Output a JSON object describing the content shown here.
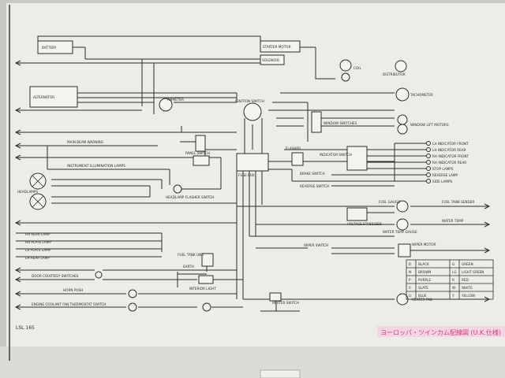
{
  "components": {
    "battery": "BATTERY",
    "alternator": "ALTERNATOR",
    "starter_motor": "STARTER MOTOR",
    "solenoid": "SOLENOID",
    "ammeter": "AMMETER",
    "ignition_switch": "IGNITION SWITCH",
    "distributor": "DISTRIBUTOR",
    "coil": "COIL",
    "tachometer": "TACHOMETER",
    "window_lift_motors": "WINDOW LIFT MOTORS",
    "window_switches": "WINDOW SWITCHES",
    "main_beam_warning": "MAIN BEAM WARNING",
    "instrument_illumination_lamps": "INSTRUMENT ILLUMINATION LAMPS",
    "headlamps": "HEADLAMPS",
    "headlamp_flasher_switch": "HEADLAMP FLASHER SWITCH",
    "panel_switch": "PANEL SWITCH",
    "fuse_box": "FUSE BOX",
    "flasher_unit": "FLASHER",
    "indicator_switch": "INDICATOR SWITCH",
    "brake_switch": "BRAKE SWITCH",
    "reverse_switch": "REVERSE SWITCH",
    "fuel_gauge": "FUEL GAUGE",
    "voltage_stabiliser": "VOLTAGE STABILISER",
    "water_temp_gauge": "WATER TEMP GAUGE",
    "fuel_tank_unit": "FUEL TANK UNIT",
    "wiper_switch": "WIPER SWITCH",
    "wiper_motor": "WIPER MOTOR",
    "interior_light": "INTERIOR LIGHT",
    "door_courtesy_switches": "DOOR COURTESY SWITCHES",
    "horn_push": "HORN PUSH",
    "engine_coolant_fan": "ENGINE COOLANT FAN THERMOSTAT SWITCH",
    "heater_switch": "HEATER SWITCH",
    "heater_fan": "HEATER FAN",
    "earth": "EARTH"
  },
  "lamp_labels": [
    "RH REAR LAMP",
    "RH PLATE LAMP",
    "LH PLATE LAMP",
    "LH REAR LAMP"
  ],
  "right_lamp_labels": [
    "LH INDICATOR FRONT",
    "LH INDICATOR REAR",
    "RH INDICATOR FRONT",
    "RH INDICATOR REAR",
    "STOP LAMPS",
    "REVERSE LAMP",
    "SIDE LAMPS"
  ],
  "right_gauges": [
    "FUEL TANK SENDER",
    "WATER TEMP"
  ],
  "color_key": [
    [
      "B",
      "BLACK",
      "G",
      "GREEN"
    ],
    [
      "N",
      "BROWN",
      "LG",
      "LIGHT GREEN"
    ],
    [
      "P",
      "PURPLE",
      "R",
      "RED"
    ],
    [
      "S",
      "SLATE",
      "W",
      "WHITE"
    ],
    [
      "U",
      "BLUE",
      "Y",
      "YELLOW"
    ]
  ],
  "page_ref": "LSL 165",
  "caption_jp": "ヨーロッパ・ツインカム配線図 (U.K.仕様)",
  "colors": {
    "ink": "#2c2c2a",
    "paper": "#edede8",
    "caption_bg": "#d83a7a"
  }
}
